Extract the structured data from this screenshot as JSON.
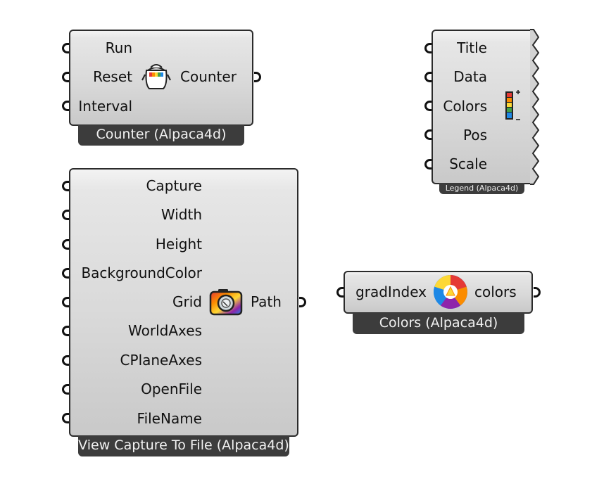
{
  "components": {
    "counter": {
      "label": "Counter (Alpaca4d)",
      "inputs": [
        "Run",
        "Reset",
        "Interval"
      ],
      "output": "Counter",
      "icon": "counter-icon"
    },
    "legend": {
      "label": "Legend (Alpaca4d)",
      "inputs": [
        "Title",
        "Data",
        "Colors",
        "Pos",
        "Scale"
      ],
      "icon": "color-legend-icon"
    },
    "view_capture": {
      "label": "View Capture To File (Alpaca4d)",
      "inputs": [
        "Capture",
        "Width",
        "Height",
        "BackgroundColor",
        "Grid",
        "WorldAxes",
        "CPlaneAxes",
        "OpenFile",
        "FileName"
      ],
      "output": "Path",
      "icon": "camera-icon"
    },
    "colors": {
      "label": "Colors (Alpaca4d)",
      "inputs": [
        "gradIndex"
      ],
      "output": "colors",
      "icon": "color-wheel-icon"
    }
  },
  "colors": {
    "component_border": "#2b2b2b",
    "label_background": "#3c3c3c",
    "label_text": "#f2f2f2"
  }
}
